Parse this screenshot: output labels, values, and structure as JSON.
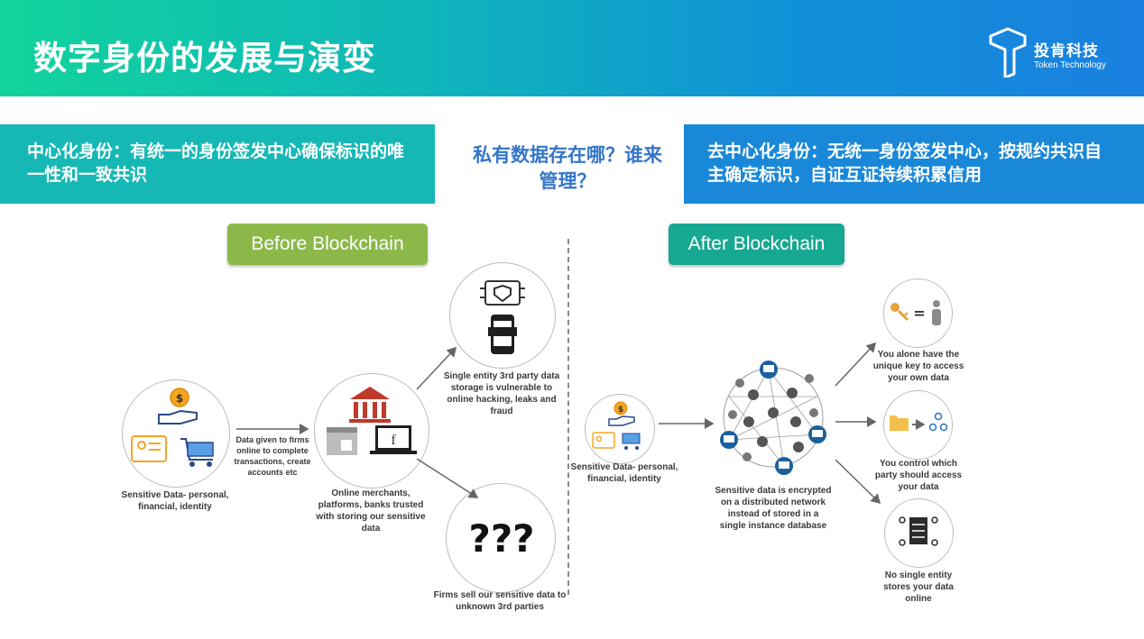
{
  "header": {
    "title": "数字身份的发展与演变",
    "brand_cn": "投肯科技",
    "brand_en": "Token Technology"
  },
  "banner": {
    "left_text": "中心化身份：有统一的身份签发中心确保标识的唯一性和一致共识",
    "center_text": "私有数据存在哪？谁来管理？",
    "right_text": "去中心化身份：无统一身份签发中心，按规约共识自主确定标识，自证互证持续积累信用"
  },
  "before": {
    "label": "Before Blockchain",
    "sensitive": "Sensitive Data- personal,\nfinancial, identity",
    "arrow_text": "Data given to firms\nonline to complete\ntransactions, create\naccounts etc",
    "merchants": "Online merchants,\nplatforms, banks trusted\nwith storing our sensitive\ndata",
    "single_entity": "Single entity 3rd party data\nstorage is vulnerable to\nonline hacking, leaks and\nfraud",
    "firms_sell": "Firms sell our sensitive data to\nunknown 3rd parties"
  },
  "after": {
    "label": "After Blockchain",
    "sensitive": "Sensitive Data- personal,\nfinancial, identity",
    "network": "Sensitive data is encrypted\non a distributed network\ninstead of stored in a\nsingle instance database",
    "key": "You alone have the\nunique key to access\nyour own data",
    "control": "You control which\nparty should access\nyour data",
    "no_single": "No single entity\nstores your data\nonline"
  },
  "colors": {
    "before_pill": "#8cb84a",
    "after_pill": "#17a892",
    "left_box": "#15b8b5",
    "right_box": "#1a88d8"
  }
}
